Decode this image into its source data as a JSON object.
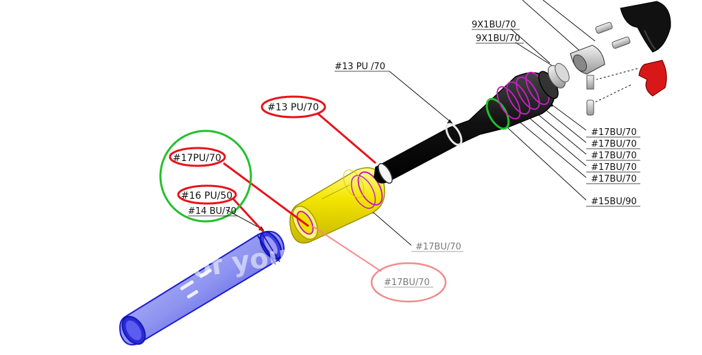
{
  "labels": {
    "top_9x1_a": "9X1BU/70",
    "top_9x1_b": "9X1BU/70",
    "pu13_black": "#13 PU /70",
    "pu13_red": "#13 PU/70",
    "bu17_r1": "#17BU/70",
    "bu17_r2": "#17BU/70",
    "bu17_r3": "#17BU/70",
    "bu17_r4": "#17BU/70",
    "bu17_r5": "#17BU/70",
    "bu15": "#15BU/90",
    "pu17_green": "#17PU/70",
    "pu16_green": "#16 PU/50",
    "bu14": "#14 BU/70",
    "bu17_gray": "#17BU/70",
    "bu17_pink": "#17BU/70"
  },
  "watermark": "of you",
  "colors": {
    "annotation_red": "#e8121b",
    "annotation_green": "#22c02a",
    "body_black": "#111111",
    "sleeve_yellow": "#f2e600",
    "tube_blue": "#2f2fe0",
    "oring_magenta": "#c41fbf",
    "knob_red": "#d81818"
  }
}
